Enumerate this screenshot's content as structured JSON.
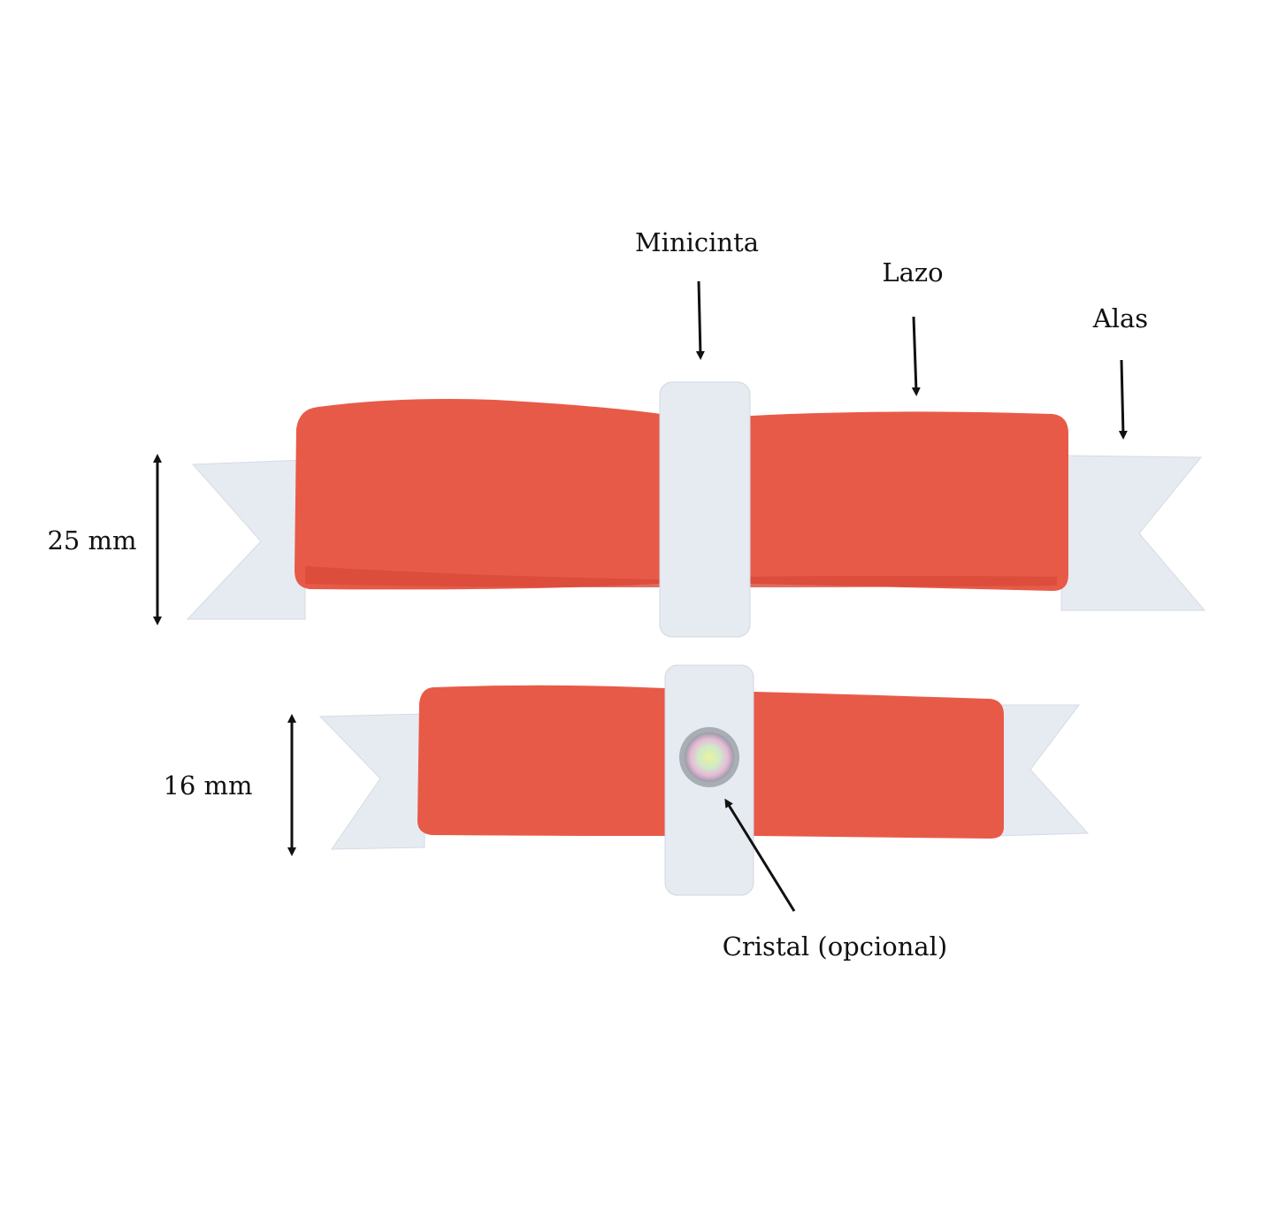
{
  "labels": {
    "band": "Minicinta",
    "loop": "Lazo",
    "wings": "Alas",
    "large_width": "25 mm",
    "small_width": "16 mm",
    "crystal": "Cristal (opcional)"
  },
  "colors": {
    "loop": "#e85a48",
    "loop_shadow": "#d84a3a",
    "ribbon_white": "#e6ebf1",
    "ribbon_shadow": "#cfd6e0",
    "arrow": "#111111"
  }
}
